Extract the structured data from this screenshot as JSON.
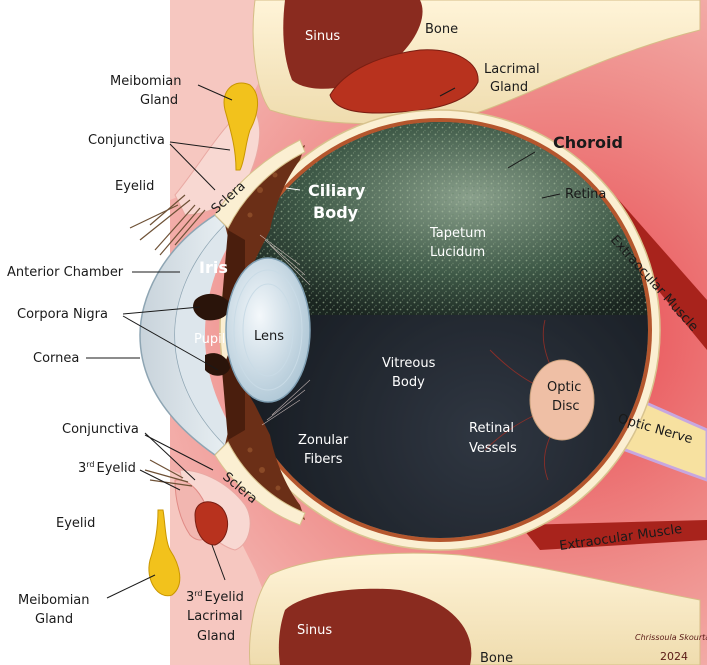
{
  "labels": {
    "sinus_top": "Sinus",
    "bone_top": "Bone",
    "lacrimal_gland": [
      "Lacrimal",
      "Gland"
    ],
    "meibomian_top": [
      "Meibomian",
      "Gland"
    ],
    "conjunctiva_top": "Conjunctiva",
    "eyelid_top": "Eyelid",
    "sclera_top": "Sclera",
    "choroid": "Choroid",
    "ciliary_body": [
      "Ciliary",
      "Body"
    ],
    "retina": "Retina",
    "tapetum_lucidum": [
      "Tapetum",
      "Lucidum"
    ],
    "extraocular_top": "Extraocular Muscle",
    "anterior_chamber": "Anterior Chamber",
    "iris": "Iris",
    "corpora_nigra": "Corpora Nigra",
    "pupil": "Pupil",
    "lens": "Lens",
    "cornea": "Cornea",
    "vitreous_body": [
      "Vitreous",
      "Body"
    ],
    "optic_disc": [
      "Optic",
      "Disc"
    ],
    "optic_nerve": "Optic Nerve",
    "conjunctiva_bottom": "Conjunctiva",
    "third_eyelid": "Eyelid",
    "third_eyelid_num": "3",
    "third_eyelid_sup": "rd",
    "zonular_fibers": [
      "Zonular",
      "Fibers"
    ],
    "retinal_vessels": [
      "Retinal",
      "Vessels"
    ],
    "eyelid_bottom": "Eyelid",
    "sclera_bottom": "Sclera",
    "extraocular_bottom": "Extraocular Muscle",
    "meibomian_bottom": [
      "Meibomian",
      "Gland"
    ],
    "third_eyelid_lacrimal": [
      "Eyelid",
      "Lacrimal",
      "Gland"
    ],
    "third_eyelid_lacrimal_num": "3",
    "third_eyelid_lacrimal_sup": "rd",
    "sinus_bottom": "Sinus",
    "bone_bottom": "Bone"
  },
  "signature": {
    "name": "Chrissoula Skourtaka",
    "year": "2024"
  }
}
